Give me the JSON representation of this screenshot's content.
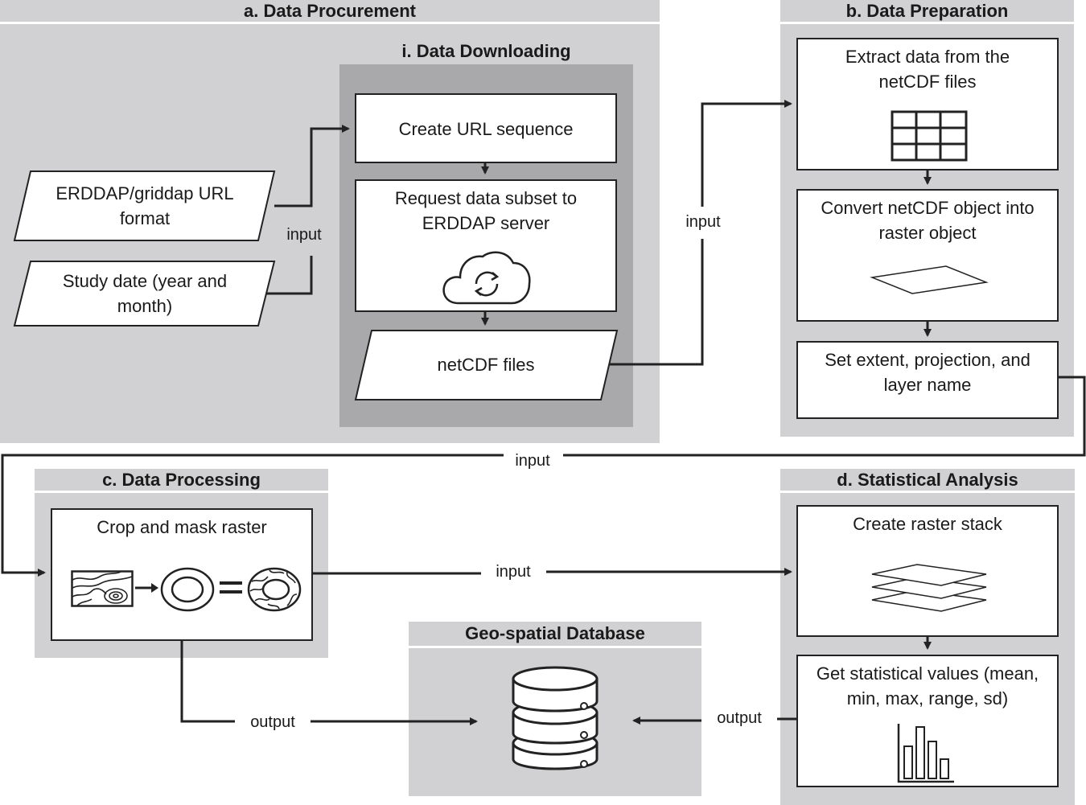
{
  "sections": {
    "procurement": {
      "title": "a. Data Procurement"
    },
    "downloading": {
      "title": "i. Data Downloading"
    },
    "preparation": {
      "title": "b. Data Preparation"
    },
    "processing": {
      "title": "c. Data Processing"
    },
    "statistics": {
      "title": "d. Statistical Analysis"
    },
    "database": {
      "title": "Geo-spatial Database"
    }
  },
  "inputs": {
    "url_format": "ERDDAP/griddap URL format",
    "study_date": "Study date (year and month)"
  },
  "steps": {
    "create_url": "Create URL sequence",
    "request_data": "Request data subset to ERDDAP server",
    "netcdf_files": "netCDF files",
    "extract_data": "Extract data from the netCDF files",
    "convert_raster": "Convert netCDF object into raster object",
    "set_extent": "Set extent, projection, and layer name",
    "crop_mask": "Crop and mask raster",
    "raster_stack": "Create raster stack",
    "stat_values": "Get statistical values (mean, min, max, range, sd)"
  },
  "connectors": {
    "input_1": "input",
    "input_2": "input",
    "input_3": "input",
    "input_4": "input",
    "output_1": "output",
    "output_2": "output"
  },
  "icons": [
    "cloud-sync-icon",
    "table-grid-icon",
    "raster-plane-icon",
    "contour-map-icon",
    "ring-mask-icon",
    "masked-contour-icon",
    "raster-stack-icon",
    "bar-chart-icon",
    "database-icon"
  ]
}
